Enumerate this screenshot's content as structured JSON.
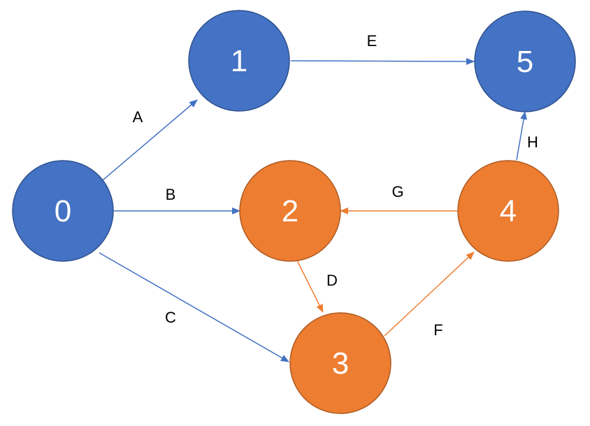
{
  "colors": {
    "blue_fill": "#4472C4",
    "blue_stroke": "#2F528F",
    "orange_fill": "#ED7D31",
    "orange_stroke": "#AE5A21",
    "blue_edge": "#4472C4",
    "orange_edge": "#ED7D31"
  },
  "nodes": [
    {
      "id": "0",
      "label": "0",
      "color": "blue"
    },
    {
      "id": "1",
      "label": "1",
      "color": "blue"
    },
    {
      "id": "2",
      "label": "2",
      "color": "orange"
    },
    {
      "id": "3",
      "label": "3",
      "color": "orange"
    },
    {
      "id": "4",
      "label": "4",
      "color": "orange"
    },
    {
      "id": "5",
      "label": "5",
      "color": "blue"
    }
  ],
  "edges": [
    {
      "label": "A",
      "from": "0",
      "to": "1",
      "color": "blue"
    },
    {
      "label": "B",
      "from": "0",
      "to": "2",
      "color": "blue"
    },
    {
      "label": "C",
      "from": "0",
      "to": "3",
      "color": "blue"
    },
    {
      "label": "D",
      "from": "2",
      "to": "3",
      "color": "orange"
    },
    {
      "label": "E",
      "from": "1",
      "to": "5",
      "color": "blue"
    },
    {
      "label": "F",
      "from": "3",
      "to": "4",
      "color": "orange"
    },
    {
      "label": "G",
      "from": "4",
      "to": "2",
      "color": "orange"
    },
    {
      "label": "H",
      "from": "4",
      "to": "5",
      "color": "blue"
    }
  ]
}
